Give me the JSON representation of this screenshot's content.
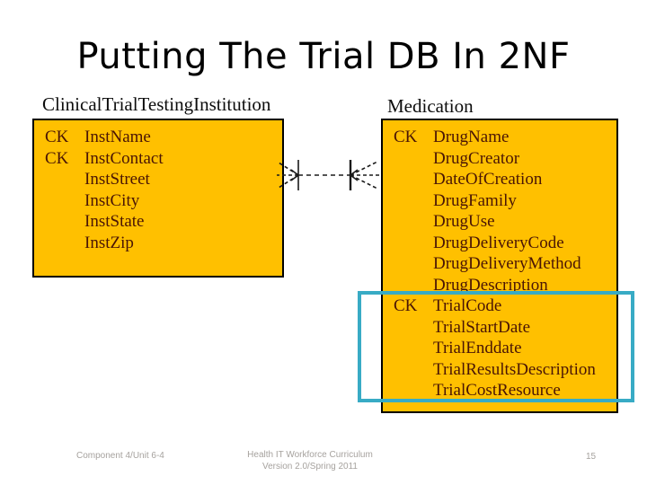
{
  "slide": {
    "title": "Putting The Trial DB In 2NF"
  },
  "diagram": {
    "left_entity": {
      "name": "ClinicalTrialTestingInstitution",
      "fields": [
        {
          "key": "CK",
          "name": "InstName"
        },
        {
          "key": "CK",
          "name": "InstContact"
        },
        {
          "key": "",
          "name": "InstStreet"
        },
        {
          "key": "",
          "name": "InstCity"
        },
        {
          "key": "",
          "name": "InstState"
        },
        {
          "key": "",
          "name": "InstZip"
        }
      ]
    },
    "right_entity": {
      "name": "Medication",
      "fields": [
        {
          "key": "CK",
          "name": "DrugName"
        },
        {
          "key": "",
          "name": "DrugCreator"
        },
        {
          "key": "",
          "name": "DateOfCreation"
        },
        {
          "key": "",
          "name": "DrugFamily"
        },
        {
          "key": "",
          "name": "DrugUse"
        },
        {
          "key": "",
          "name": "DrugDeliveryCode"
        },
        {
          "key": "",
          "name": "DrugDeliveryMethod"
        },
        {
          "key": "",
          "name": "DrugDescription"
        },
        {
          "key": "CK",
          "name": "TrialCode"
        },
        {
          "key": "",
          "name": "TrialStartDate"
        },
        {
          "key": "",
          "name": "TrialEnddate"
        },
        {
          "key": "",
          "name": "TrialResultsDescription"
        },
        {
          "key": "",
          "name": "TrialCostResource"
        }
      ]
    },
    "relationship": "many-to-many dashed crow's foot",
    "highlighted_fields": [
      "TrialCode",
      "TrialStartDate",
      "TrialEnddate",
      "TrialResultsDescription",
      "TrialCostResource"
    ]
  },
  "colors": {
    "entity_fill": "#FFC000",
    "entity_border": "#000000",
    "field_text": "#4a1505",
    "highlight_border": "#38ABC5"
  },
  "footer": {
    "left": "Component 4/Unit 6-4",
    "center_line1": "Health IT Workforce Curriculum",
    "center_line2": "Version 2.0/Spring 2011",
    "page_number": "15"
  }
}
